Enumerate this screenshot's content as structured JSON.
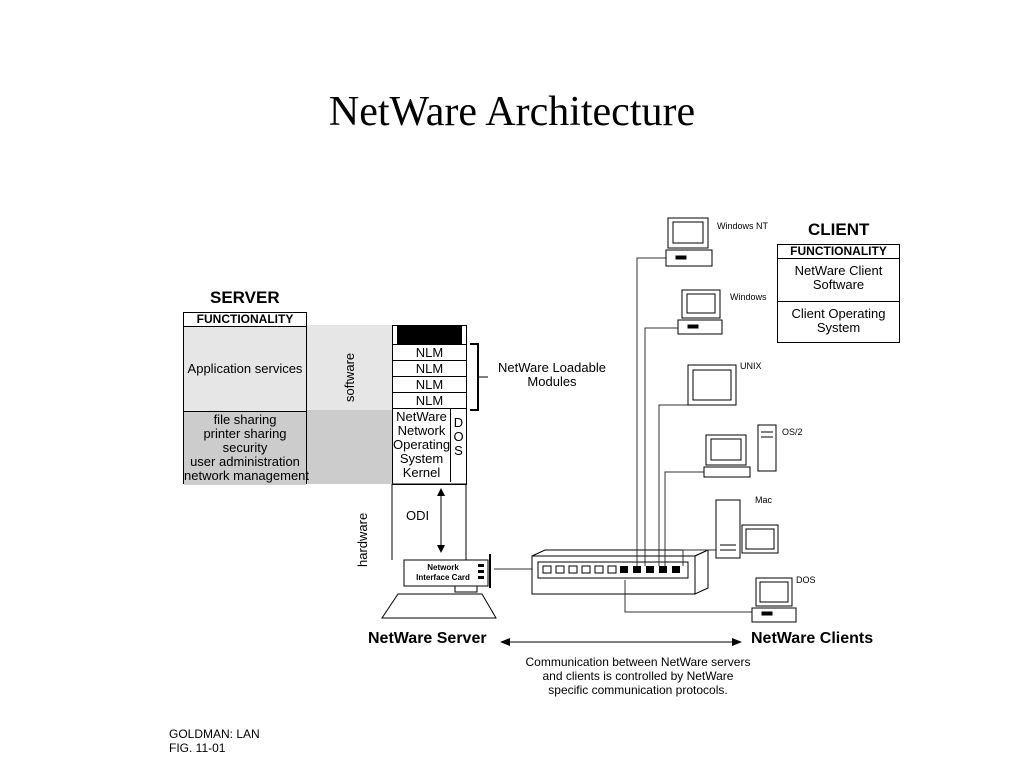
{
  "title": "NetWare Architecture",
  "server": {
    "heading": "SERVER",
    "functionality": "FUNCTIONALITY",
    "app_services": "Application services",
    "services": [
      "file sharing",
      "printer sharing",
      "security",
      "user administration",
      "network management"
    ],
    "software_label": "software",
    "hardware_label": "hardware",
    "nlm_rows": [
      "NLM",
      "NLM",
      "NLM",
      "NLM"
    ],
    "kernel_lines": [
      "NetWare",
      "Network",
      "Operating",
      "System",
      "Kernel"
    ],
    "dos_letters": [
      "D",
      "O",
      "S"
    ],
    "loadable_modules": [
      "NetWare Loadable",
      "Modules"
    ],
    "odi": "ODI",
    "nic_lines": [
      "Network",
      "Interface Card"
    ],
    "caption": "NetWare Server"
  },
  "client": {
    "heading": "CLIENT",
    "functionality": "FUNCTIONALITY",
    "software": [
      "NetWare Client",
      "Software"
    ],
    "os": [
      "Client Operating",
      "System"
    ],
    "caption": "NetWare Clients"
  },
  "clients": [
    "Windows NT",
    "Windows",
    "UNIX",
    "OS/2",
    "Mac",
    "DOS"
  ],
  "communication_note": [
    "Communication between NetWare servers",
    "and clients is controlled by NetWare",
    "specific communication protocols."
  ],
  "footer": [
    "GOLDMAN:  LAN",
    "FIG.  11-01"
  ],
  "colors": {
    "light_gray": "#e6e6e6",
    "mid_gray": "#cccccc",
    "line": "#333333"
  }
}
